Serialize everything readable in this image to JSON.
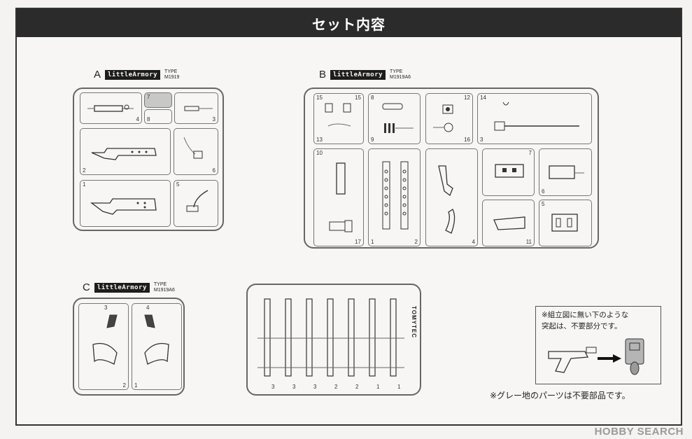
{
  "title": "セット内容",
  "runners": {
    "a": {
      "letter": "A",
      "logo": "littleArmory",
      "type_label": "TYPE",
      "type_value": "M1919",
      "cells": [
        "4",
        "7",
        "8",
        "3",
        "2",
        "6",
        "1",
        "5"
      ]
    },
    "b": {
      "letter": "B",
      "logo": "littleArmory",
      "type_label": "TYPE",
      "type_value": "M1919A6",
      "cells": [
        "15",
        "15",
        "8",
        "12",
        "14",
        "13",
        "9",
        "16",
        "3",
        "10",
        "7",
        "6",
        "17",
        "1",
        "2",
        "4",
        "11",
        "5"
      ]
    },
    "c": {
      "letter": "C",
      "logo": "littleArmory",
      "type_label": "TYPE",
      "type_value": "M1919A6",
      "cells": [
        "3",
        "4",
        "2",
        "1"
      ]
    },
    "belt": {
      "side_label": "TOMYTEC",
      "cells": [
        "3",
        "3",
        "3",
        "2",
        "2",
        "1",
        "1"
      ]
    }
  },
  "note": {
    "line1": "※組立図に無い下のような",
    "line2": "突起は、不要部分です。"
  },
  "gray_note": "※グレー地のパーツは不要部品です。",
  "watermark": "HOBBY SEARCH",
  "colors": {
    "title_bar": "#2b2b2b",
    "gray_part": "#c8c8c8"
  }
}
